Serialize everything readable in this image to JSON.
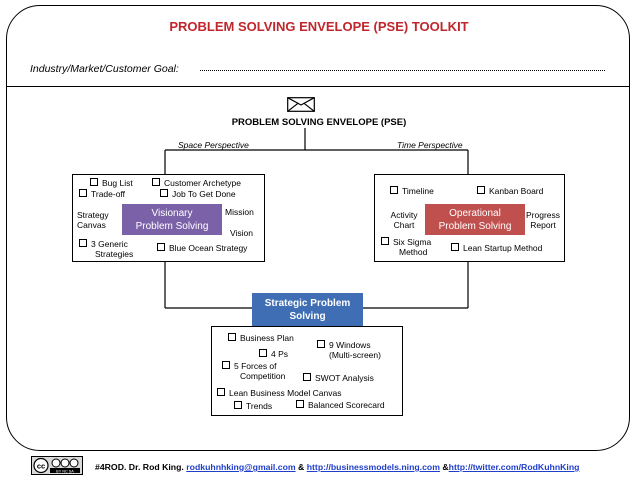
{
  "title": "PROBLEM SOLVING ENVELOPE (PSE) TOOLKIT",
  "goal_label": "Industry/Market/Customer Goal:",
  "pse_label": "PROBLEM SOLVING ENVELOPE (PSE)",
  "space_perspective": "Space Perspective",
  "time_perspective": "Time Perspective",
  "visionary": {
    "core_line1": "Visionary",
    "core_line2": "Problem Solving",
    "bug_list": "Bug List",
    "customer_archetype": "Customer Archetype",
    "trade_off": "Trade-off",
    "job_to_get_done": "Job To Get Done",
    "strategy_canvas_1": "Strategy",
    "strategy_canvas_2": "Canvas",
    "mission": "Mission",
    "vision": "Vision",
    "generic_1": "3 Generic",
    "generic_2": "Strategies",
    "blue_ocean": "Blue Ocean Strategy"
  },
  "operational": {
    "core_line1": "Operational",
    "core_line2": "Problem Solving",
    "timeline": "Timeline",
    "kanban": "Kanban Board",
    "activity_1": "Activity",
    "activity_2": "Chart",
    "progress_1": "Progress",
    "progress_2": "Report",
    "six_sigma_1": "Six Sigma",
    "six_sigma_2": "Method",
    "lean_startup": "Lean Startup Method"
  },
  "strategic": {
    "core_line1": "Strategic Problem",
    "core_line2": "Solving",
    "business_plan": "Business Plan",
    "nine_windows_1": "9 Windows",
    "nine_windows_2": "(Multi-screen)",
    "four_ps": "4 Ps",
    "five_forces_1": "5 Forces of",
    "five_forces_2": "Competition",
    "swot": "SWOT Analysis",
    "lean_canvas": "Lean Business Model Canvas",
    "trends": "Trends",
    "balanced": "Balanced Scorecard"
  },
  "footer": {
    "prefix": "#4ROD. Dr. Rod King.",
    "email": "rodkuhnhking@gmail.com",
    "amp1": "&",
    "link1": "http://businessmodels.ning.com",
    "amp2": "&",
    "link2": "http://twitter.com/RodKuhnKing"
  },
  "cc_badge": {
    "text": "cc",
    "sub": "BY NC SA"
  },
  "colors": {
    "title": "#c0262d",
    "visionary": "#7b62a8",
    "operational": "#c0504d",
    "strategic": "#3f6eb5",
    "link": "#1f3ec9"
  }
}
